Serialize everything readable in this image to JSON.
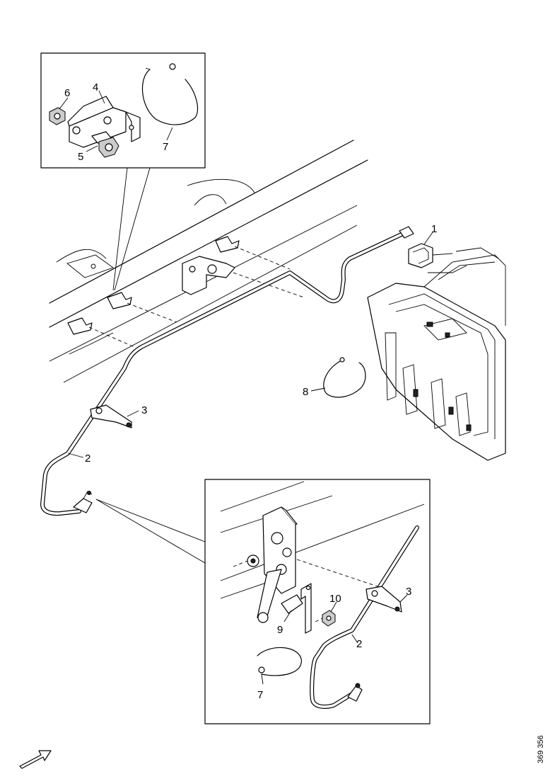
{
  "callouts": {
    "inset_top": {
      "c6": "6",
      "c4": "4",
      "c5": "5",
      "c7": "7"
    },
    "main": {
      "c1": "1",
      "c3": "3",
      "c2": "2",
      "c8": "8"
    },
    "inset_bottom": {
      "c3": "3",
      "c10": "10",
      "c9": "9",
      "c2": "2",
      "c7": "7"
    }
  },
  "reference_number": "369 356",
  "icons": {
    "direction": "forward-arrow-icon"
  }
}
